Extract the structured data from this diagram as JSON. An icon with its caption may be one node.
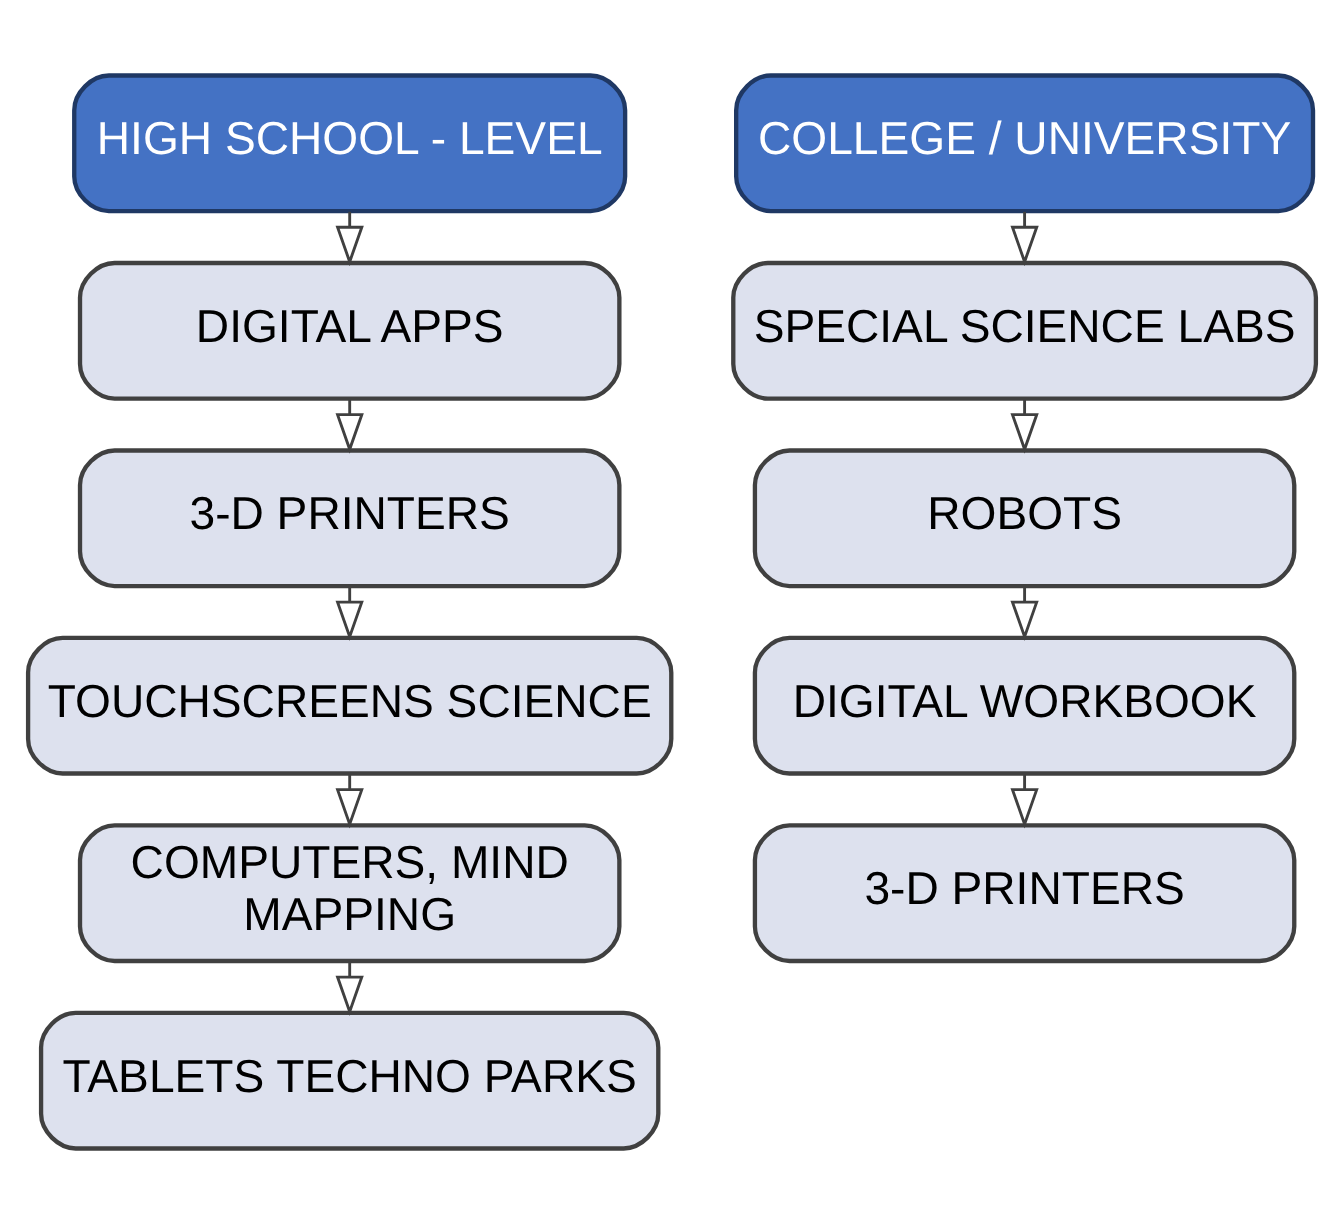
{
  "diagram": {
    "nodes": [
      {
        "text": [
          "HIGH SCHOOL - LEVEL"
        ]
      },
      {
        "text": [
          "DIGITAL APPS"
        ]
      },
      {
        "text": [
          "3-D PRINTERS"
        ]
      },
      {
        "text": [
          "TOUCHSCREENS SCIENCE"
        ]
      },
      {
        "text": [
          "COMPUTERS, MIND MAPPING"
        ]
      },
      {
        "text": [
          "TABLETS TECHNO PARKS"
        ]
      },
      {
        "text": [
          "COLLEGE / UNIVERSITY"
        ]
      },
      {
        "text": [
          "SPECIAL SCIENCE LABS"
        ]
      },
      {
        "text": [
          "ROBOTS"
        ]
      },
      {
        "text": [
          "DIGITAL WORKBOOK"
        ]
      },
      {
        "text": [
          "3-D PRINTERS"
        ]
      }
    ],
    "edges": [
      {
        "from": 0,
        "to": 1,
        "arrow": "to"
      },
      {
        "from": 1,
        "to": 2,
        "arrow": "to"
      },
      {
        "from": 2,
        "to": 3,
        "arrow": "to"
      },
      {
        "from": 3,
        "to": 4,
        "arrow": "to"
      },
      {
        "from": 4,
        "to": 5,
        "arrow": "to"
      },
      {
        "from": 6,
        "to": 7,
        "arrow": "to"
      },
      {
        "from": 7,
        "to": 8,
        "arrow": "to"
      },
      {
        "from": 8,
        "to": 9,
        "arrow": "to"
      },
      {
        "from": 9,
        "to": 10,
        "arrow": "to"
      }
    ]
  }
}
